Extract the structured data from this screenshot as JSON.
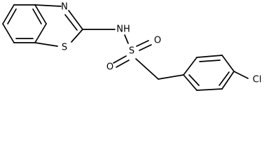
{
  "atom_labels": {
    "n_thiazole": "N",
    "s_thiazole": "S",
    "nh": "NH",
    "s_sulfonyl": "S",
    "o_left": "O",
    "o_right": "O",
    "cl": "Cl"
  },
  "colors": {
    "bond": "#000000",
    "label": "#000000",
    "background": "#ffffff"
  }
}
